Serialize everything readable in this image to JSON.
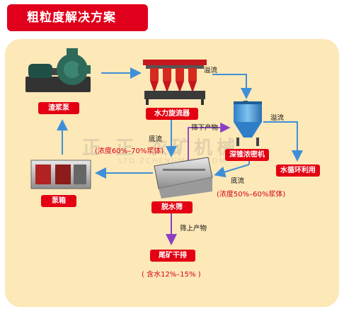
{
  "title": "粗粒度解决方案",
  "watermark": {
    "main": "正  正  衣矿机械",
    "sub": "LTD   ZCHENGMINE.COM"
  },
  "equipment": {
    "slurry_pump": "渣浆泵",
    "hydrocyclone": "水力旋流器",
    "thickener": "深锥浓密机",
    "water_recycle": "水循环利用",
    "pump_box": "泵箱",
    "dewatering_screen": "脱水筛",
    "tailings_dry_discharge": "尾矿干排"
  },
  "flow_notes": {
    "overflow_1": "溢流",
    "overflow_2": "溢流",
    "underflow_1": "底流",
    "underflow_1_detail": "(浓度60%–70%浆体)",
    "underflow_2": "底流",
    "underflow_2_detail": "(浓度50%–60%浆体)",
    "undersize": "筛下产物",
    "oversize": "筛上产物",
    "moisture": "( 含水12%–15% )"
  },
  "colors": {
    "accent_red": "#e30012",
    "panel_bg": "#fde8b8",
    "arrow_blue": "#3f8fd8",
    "arrow_purple": "#8a3fc4"
  }
}
